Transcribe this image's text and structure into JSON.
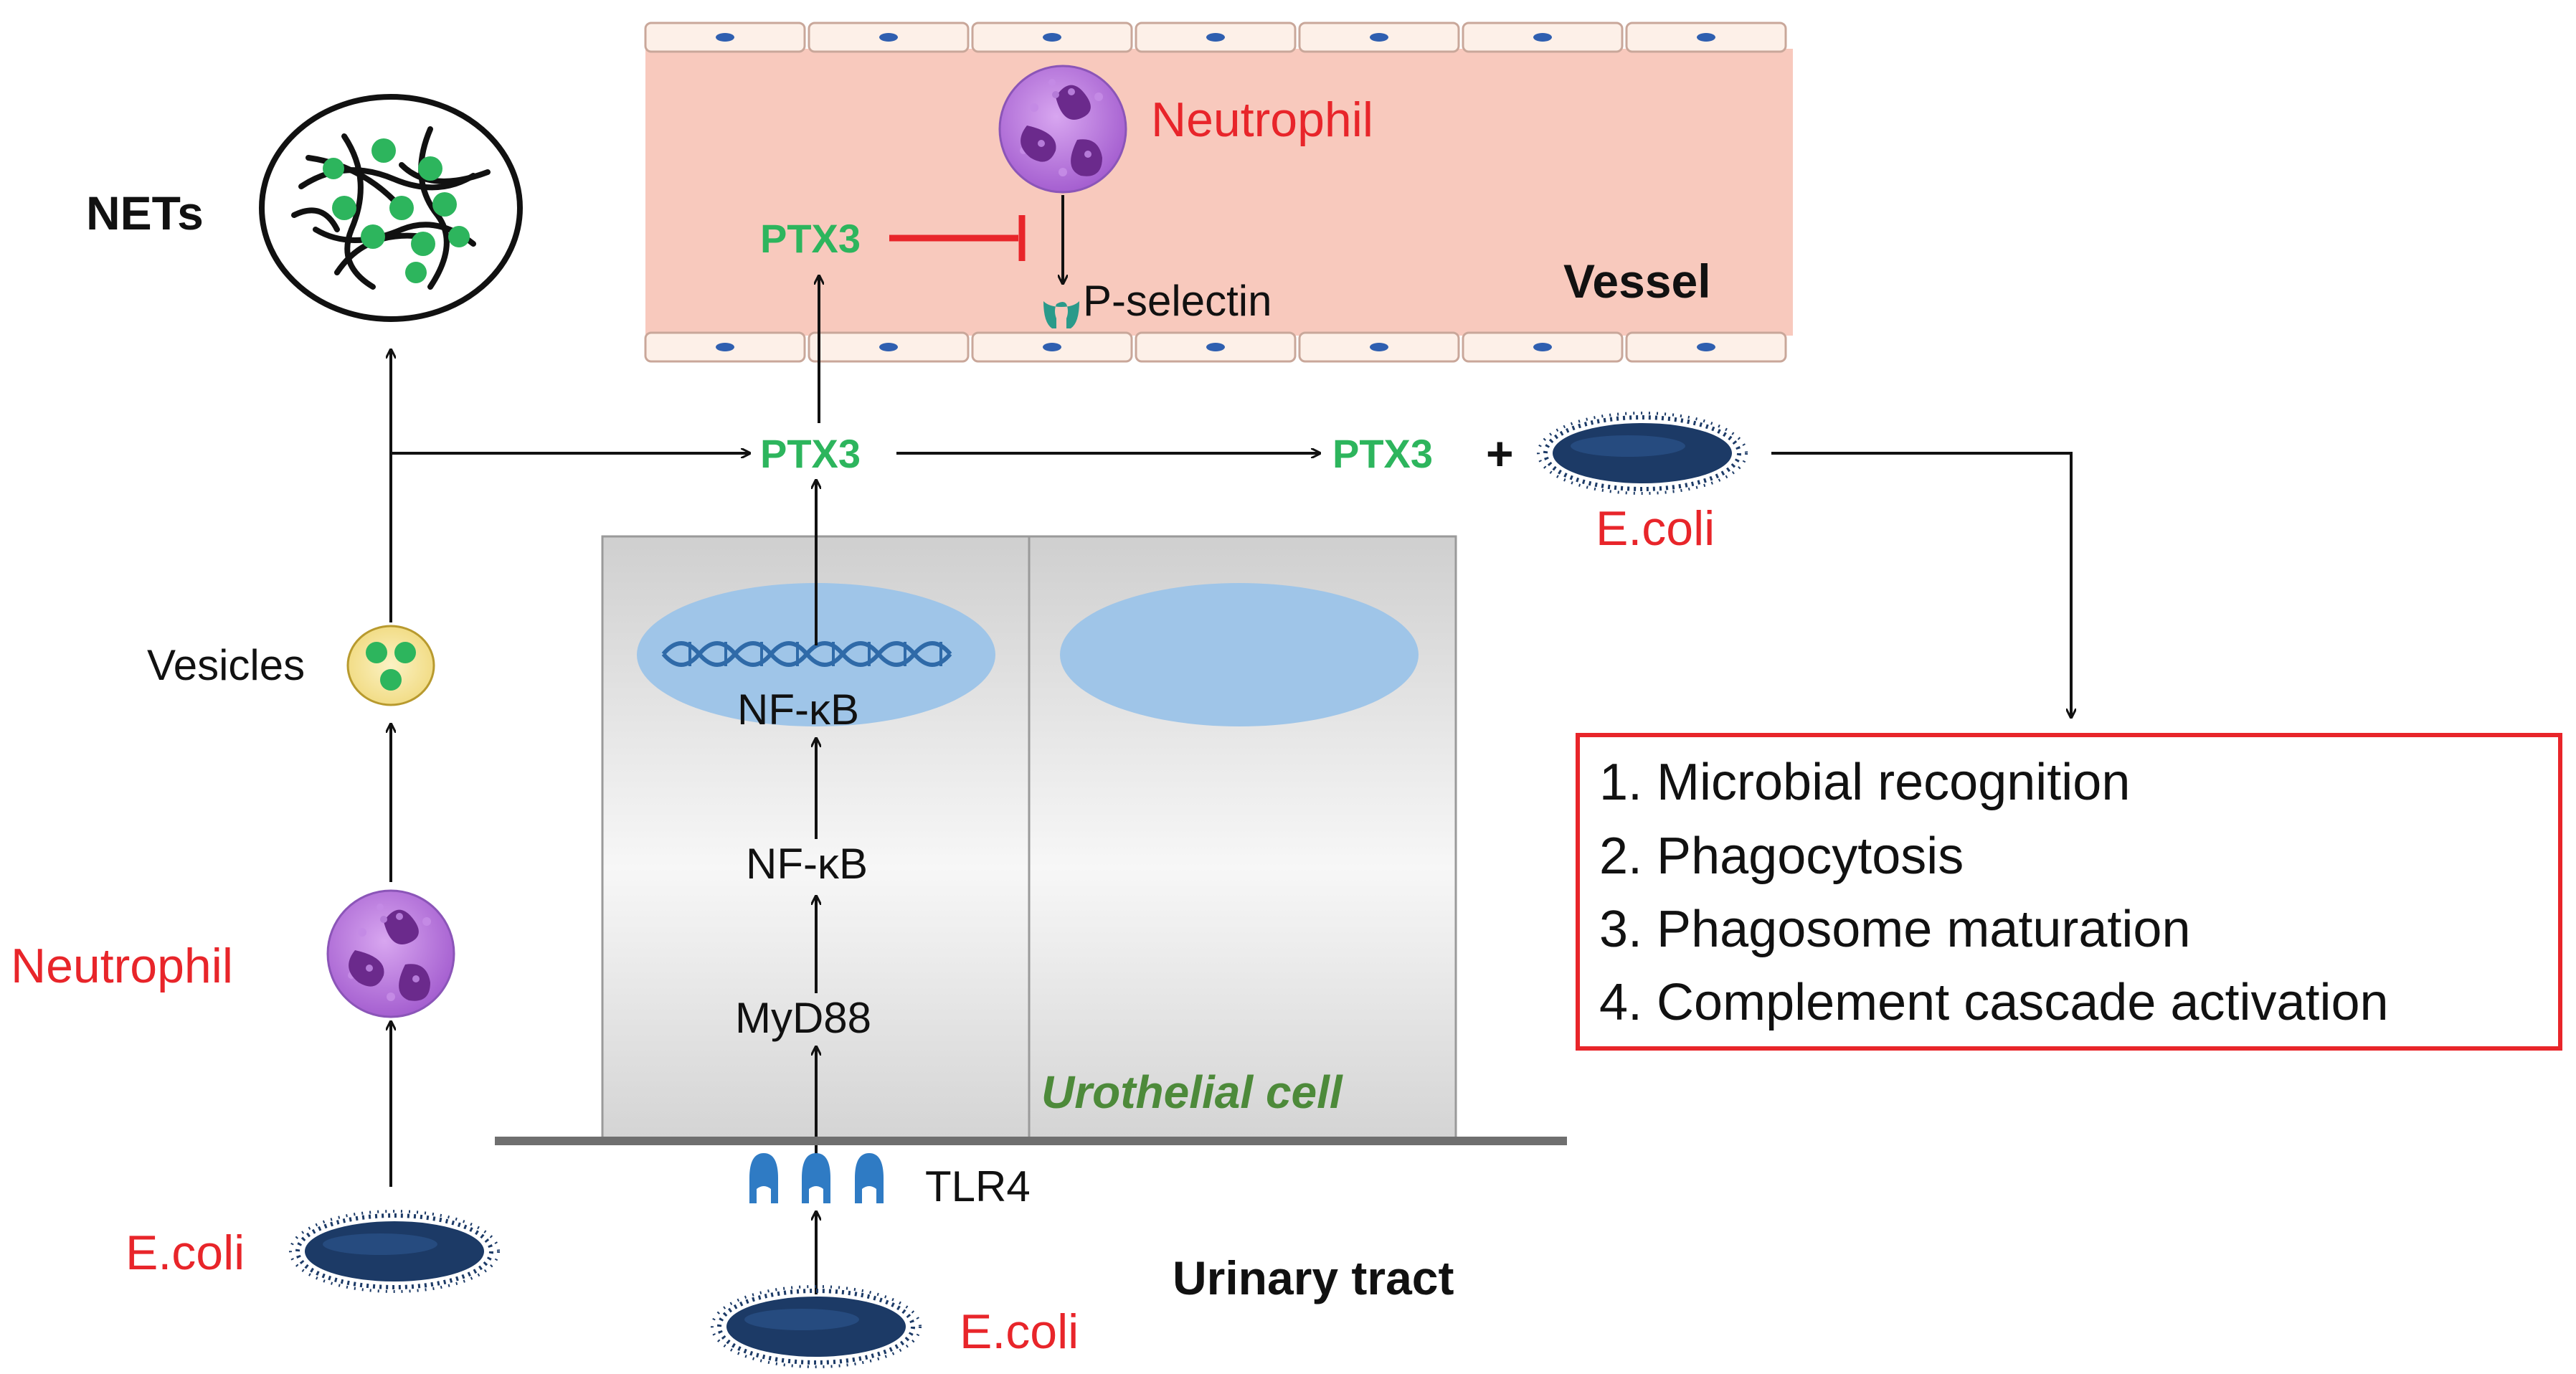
{
  "labels": {
    "nets": "NETs",
    "neutrophil_top": "Neutrophil",
    "neutrophil_left": "Neutrophil",
    "ptx3_vessel": "PTX3",
    "ptx3_mid": "PTX3",
    "ptx3_right": "PTX3",
    "plus": "+",
    "p_selectin": "P-selectin",
    "vessel": "Vessel",
    "ecoli_right": "E.coli",
    "ecoli_left": "E.coli",
    "ecoli_bottom": "E.coli",
    "vesicles": "Vesicles",
    "nfkb_nucleus": "NF-κB",
    "nfkb_cyto": "NF-κB",
    "myd88": "MyD88",
    "tlr4": "TLR4",
    "urothelial_cell": "Urothelial cell",
    "urinary_tract": "Urinary tract"
  },
  "functions": [
    "1.  Microbial recognition",
    "2.  Phagocytosis",
    "3.  Phagosome maturation",
    "4.  Complement cascade activation"
  ],
  "colors": {
    "vessel_fill": "#f8c9bd",
    "endothelial_fill": "#fdf0e8",
    "endothelial_nucleus": "#2f5fb0",
    "neutrophil": "#b57bd8",
    "neutrophil_dark": "#6b2a8c",
    "ptx3_text": "#2db55d",
    "red_text": "#e8252a",
    "inhibition": "#e8252a",
    "nucleus": "#9fc5e8",
    "tlr4": "#2f7bc4",
    "ecoli": "#1c3a66",
    "urothelial_label": "#4d8a3a",
    "box_border": "#e8252a",
    "vesicle_fill": "#f7e7a1",
    "vesicle_dots": "#2db55d"
  }
}
